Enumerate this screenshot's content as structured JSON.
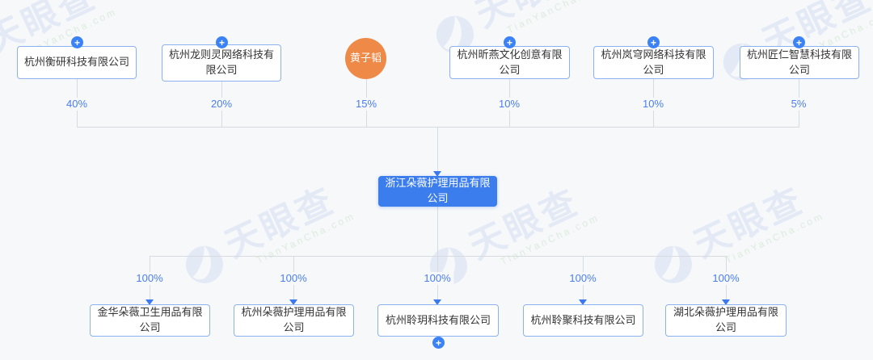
{
  "watermark": {
    "brand": "天眼查",
    "domain": "TianYanCha.com"
  },
  "icons": {
    "expand_plus": "+"
  },
  "colors": {
    "background": "#f7f8fa",
    "focus_box": "#3c7ded",
    "node_border": "#8ab1f0",
    "percent_text": "#4a7ef0",
    "arrow": "#3a79ef",
    "person_circle": "#ee8947",
    "expand_icon": "#3b82f6",
    "connector_line": "#d7dade",
    "watermark_blue": "#e4eaf5",
    "watermark_green": "#dcecdd"
  },
  "chart": {
    "type": "equity-structure-diagram",
    "shareholders": [
      {
        "name": "杭州衡研科技有限公司",
        "percent": "40%",
        "type": "company"
      },
      {
        "name": "杭州龙则灵网络科技有限公司",
        "percent": "20%",
        "type": "company"
      },
      {
        "name": "黄子韬",
        "percent": "15%",
        "type": "person"
      },
      {
        "name": "杭州昕燕文化创意有限公司",
        "percent": "10%",
        "type": "company"
      },
      {
        "name": "杭州岚穹网络科技有限公司",
        "percent": "10%",
        "type": "company"
      },
      {
        "name": "杭州匠仁智慧科技有限公司",
        "percent": "5%",
        "type": "company"
      }
    ],
    "focus_company": {
      "name": "浙江朵薇护理用品有限公司"
    },
    "subsidiaries": [
      {
        "name": "金华朵薇卫生用品有限公司",
        "percent": "100%"
      },
      {
        "name": "杭州朵薇护理用品有限公司",
        "percent": "100%"
      },
      {
        "name": "杭州聆玥科技有限公司",
        "percent": "100%",
        "expandable": true
      },
      {
        "name": "杭州聆聚科技有限公司",
        "percent": "100%"
      },
      {
        "name": "湖北朵薇护理用品有限公司",
        "percent": "100%"
      }
    ]
  }
}
